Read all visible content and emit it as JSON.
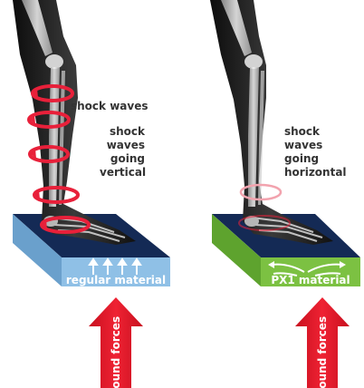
{
  "left_panel": {
    "label_shock_waves": "shock waves",
    "label_vertical_lines": [
      "shock",
      "waves",
      "going",
      "vertical"
    ],
    "block_label": "regular material",
    "force_label": "ground forces"
  },
  "right_panel": {
    "label_horizontal_lines": [
      "shock",
      "waves",
      "going",
      "horizontal"
    ],
    "block_label": "PX1 material",
    "force_label": "ground forces"
  },
  "colors": {
    "shock_ring": "#e8203a",
    "shock_ring_faint": "#f2a3ae",
    "regular_block_top": "#142a55",
    "regular_block_front": "#8fc0e6",
    "px1_block_top": "#142a55",
    "px1_block_front": "#7cc142",
    "force_arrow": "#e31b2b",
    "text": "#333333"
  }
}
